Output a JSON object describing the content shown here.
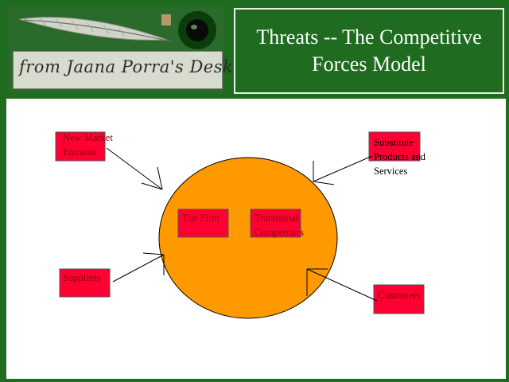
{
  "header": {
    "logo_text": "from Jaana Porra's Desk",
    "title_line1": "Threats -- The Competitive",
    "title_line2": "Forces Model"
  },
  "diagram": {
    "new_market_entrants": {
      "line1": "New Market",
      "line2": "Entrants"
    },
    "substitute": {
      "line1": "Substitute",
      "line2": "Products and",
      "line3": "Services"
    },
    "firm": "The Firm",
    "traditional": {
      "line1": "Traditional",
      "line2": "Competitors"
    },
    "suppliers": "Suppliers",
    "customers": "Customers"
  },
  "colors": {
    "background": "#1f6b1f",
    "canvas": "#ffffff",
    "ellipse": "#ff9900",
    "box": "#ff0033",
    "title_text": "#ffffff"
  }
}
